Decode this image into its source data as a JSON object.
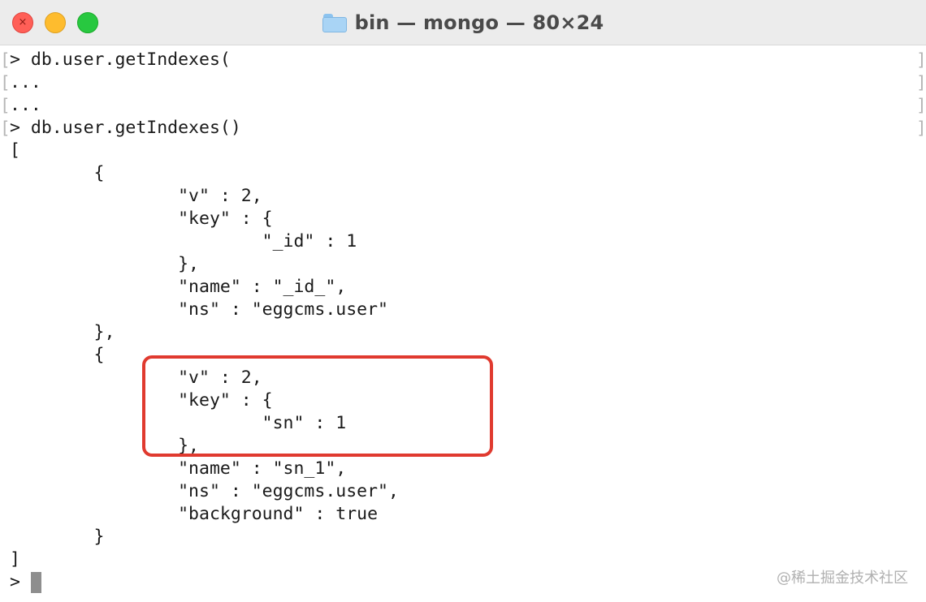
{
  "window": {
    "title": "bin — mongo — 80×24",
    "title_icon": "folder-icon",
    "close_glyph": "×"
  },
  "terminal": {
    "lines": [
      "> db.user.getIndexes(",
      "...",
      "...",
      "> db.user.getIndexes()",
      "[",
      "        {",
      "                \"v\" : 2,",
      "                \"key\" : {",
      "                        \"_id\" : 1",
      "                },",
      "                \"name\" : \"_id_\",",
      "                \"ns\" : \"eggcms.user\"",
      "        },",
      "        {",
      "                \"v\" : 2,",
      "                \"key\" : {",
      "                        \"sn\" : 1",
      "                },",
      "                \"name\" : \"sn_1\",",
      "                \"ns\" : \"eggcms.user\",",
      "                \"background\" : true",
      "        }",
      "]",
      "> "
    ],
    "mark_left": "[",
    "mark_right": "]"
  },
  "watermark": "@稀土掘金技术社区",
  "colors": {
    "highlight_border": "#e03a2f",
    "text": "#1a1a1a",
    "cursor": "#8e8e8e"
  }
}
